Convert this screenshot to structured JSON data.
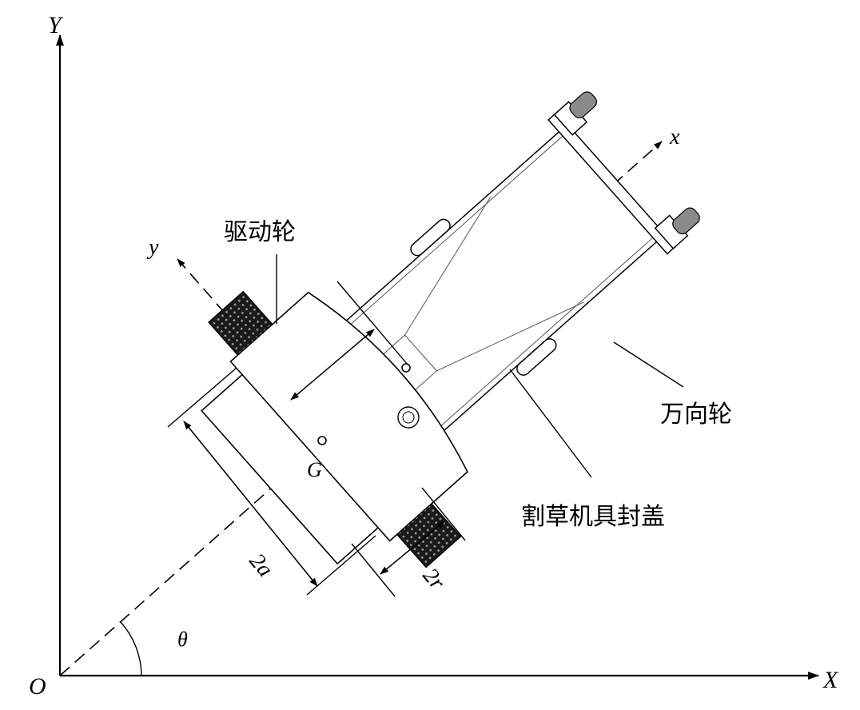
{
  "axes": {
    "origin": "O",
    "global_x": "X",
    "global_y": "Y",
    "local_x": "x",
    "local_y": "y",
    "angle": "θ"
  },
  "labels": {
    "drive_wheel": "驱动轮",
    "caster_wheel": "万向轮",
    "mower_cover": "割草机具封盖",
    "center_of_mass": "G",
    "dim_track": "2a",
    "dim_wheel": "2r"
  }
}
